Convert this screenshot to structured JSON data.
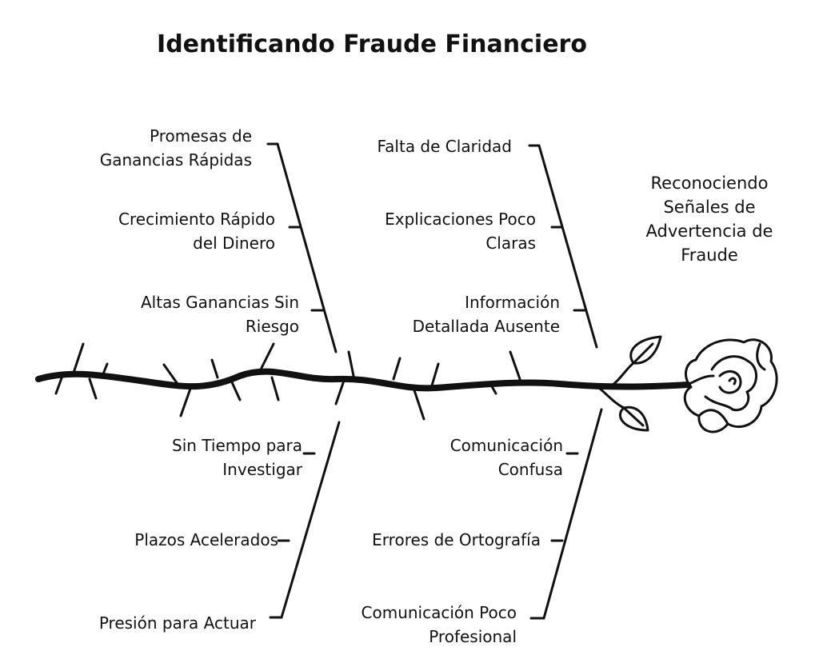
{
  "title": "Identificando Fraude Financiero",
  "effect": {
    "lines": [
      "Reconociendo",
      "Señales de",
      "Advertencia de",
      "Fraude"
    ]
  },
  "causes": {
    "top_left": {
      "items": [
        {
          "lines": [
            "Promesas de",
            "Ganancias Rápidas"
          ]
        },
        {
          "lines": [
            "Crecimiento Rápido",
            "del Dinero"
          ]
        },
        {
          "lines": [
            "Altas Ganancias Sin",
            "Riesgo"
          ]
        }
      ]
    },
    "top_right": {
      "items": [
        {
          "lines": [
            "Falta de Claridad"
          ]
        },
        {
          "lines": [
            "Explicaciones Poco",
            "Claras"
          ]
        },
        {
          "lines": [
            "Información",
            "Detallada Ausente"
          ]
        }
      ]
    },
    "bottom_left": {
      "items": [
        {
          "lines": [
            "Sin Tiempo para",
            "Investigar"
          ]
        },
        {
          "lines": [
            "Plazos Acelerados"
          ]
        },
        {
          "lines": [
            "Presión para Actuar"
          ]
        }
      ]
    },
    "bottom_right": {
      "items": [
        {
          "lines": [
            "Comunicación",
            "Confusa"
          ]
        },
        {
          "lines": [
            "Errores de Ortografía"
          ]
        },
        {
          "lines": [
            "Comunicación Poco",
            "Profesional"
          ]
        }
      ]
    }
  },
  "colors": {
    "ink": "#111111",
    "background": "#ffffff"
  },
  "icons": {
    "spine": "thorny-stem",
    "head": "rose-flower-icon"
  }
}
